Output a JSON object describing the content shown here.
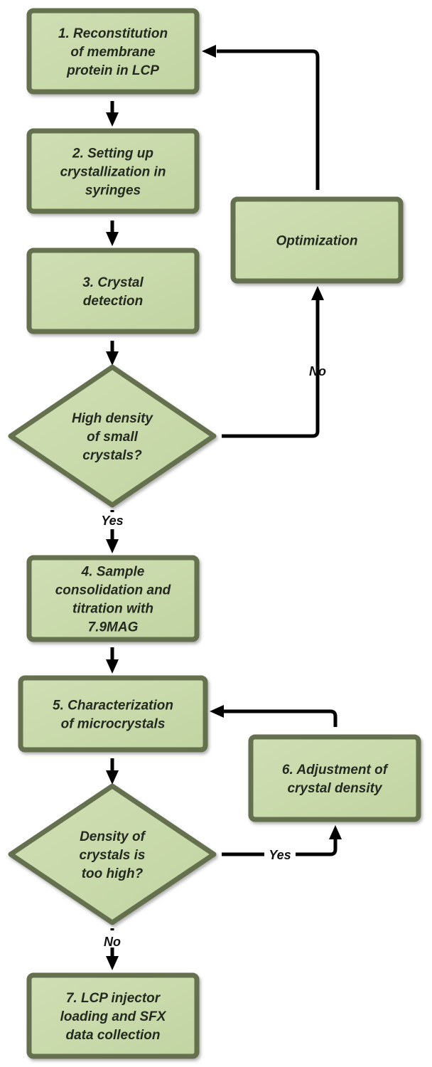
{
  "diagram": {
    "type": "flowchart",
    "colors": {
      "node_fill": "#c5d6a6",
      "node_fill_light": "#d0dfb4",
      "node_border": "#65704f",
      "text": "#252a20",
      "edge": "#000000"
    },
    "nodes": [
      {
        "id": "n1",
        "kind": "process",
        "lines": [
          "1. Reconstitution",
          "of membrane",
          "protein in LCP"
        ]
      },
      {
        "id": "n2",
        "kind": "process",
        "lines": [
          "2. Setting up",
          "crystallization in",
          "syringes"
        ]
      },
      {
        "id": "n3",
        "kind": "process",
        "lines": [
          "3. Crystal",
          "detection"
        ]
      },
      {
        "id": "d1",
        "kind": "decision",
        "lines": [
          "High density",
          "of small",
          "crystals?"
        ]
      },
      {
        "id": "opt",
        "kind": "process",
        "lines": [
          "Optimization"
        ]
      },
      {
        "id": "n4",
        "kind": "process",
        "lines": [
          "4. Sample",
          "consolidation and",
          "titration with",
          "7.9MAG"
        ]
      },
      {
        "id": "n5",
        "kind": "process",
        "lines": [
          "5. Characterization",
          "of microcrystals"
        ]
      },
      {
        "id": "n6",
        "kind": "process",
        "lines": [
          "6. Adjustment of",
          "crystal density"
        ]
      },
      {
        "id": "d2",
        "kind": "decision",
        "lines": [
          "Density of",
          "crystals is",
          "too high?"
        ]
      },
      {
        "id": "n7",
        "kind": "process",
        "lines": [
          "7. LCP injector",
          "loading and SFX",
          "data collection"
        ]
      }
    ],
    "edges": [
      {
        "from": "n1",
        "to": "n2",
        "label": ""
      },
      {
        "from": "n2",
        "to": "n3",
        "label": ""
      },
      {
        "from": "n3",
        "to": "d1",
        "label": ""
      },
      {
        "from": "d1",
        "to": "opt",
        "label": "No"
      },
      {
        "from": "opt",
        "to": "n1",
        "label": ""
      },
      {
        "from": "d1",
        "to": "n4",
        "label": "Yes"
      },
      {
        "from": "n4",
        "to": "n5",
        "label": ""
      },
      {
        "from": "n5",
        "to": "d2",
        "label": ""
      },
      {
        "from": "d2",
        "to": "n6",
        "label": "Yes"
      },
      {
        "from": "n6",
        "to": "n5",
        "label": ""
      },
      {
        "from": "d2",
        "to": "n7",
        "label": "No"
      }
    ]
  }
}
